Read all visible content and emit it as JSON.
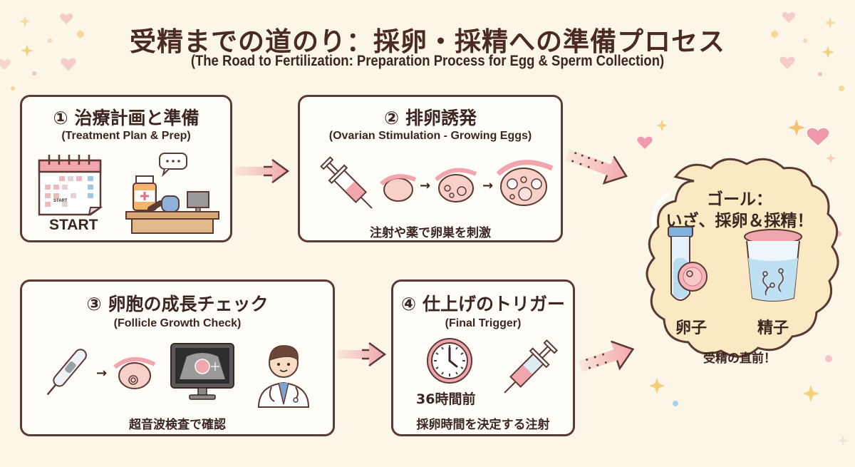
{
  "header": {
    "title": "受精までの道のり：採卵・採精への準備プロセス",
    "subtitle": "(The Road to Fertilization: Preparation Process for Egg & Sperm Collection)"
  },
  "steps": [
    {
      "number": "①",
      "title": "治療計画と準備",
      "subtitle": "(Treatment Plan & Prep)",
      "icons": [
        "calendar-icon",
        "medicine-bottle-icon",
        "reception-desk-icon",
        "speech-bubble-icon"
      ],
      "calendar_mark": "START",
      "caption": "START"
    },
    {
      "number": "②",
      "title": "排卵誘発",
      "subtitle": "(Ovarian Stimulation - Growing Eggs)",
      "icons": [
        "syringe-icon",
        "ovary-icon",
        "ovary-growing-icon",
        "ovary-mature-icon"
      ],
      "caption": "注射や薬で卵巣を刺激"
    },
    {
      "number": "③",
      "title": "卵胞の成長チェック",
      "subtitle": "(Follicle Growth Check)",
      "icons": [
        "ultrasound-probe-icon",
        "ovary-icon",
        "ultrasound-monitor-icon",
        "doctor-icon"
      ],
      "caption": "超音波検査で確認"
    },
    {
      "number": "④",
      "title": "仕上げのトリガー",
      "subtitle": "(Final Trigger)",
      "icons": [
        "clock-icon",
        "syringe-icon"
      ],
      "clock_label": "36時間前",
      "caption": "採卵時間を決定する注射"
    }
  ],
  "goal": {
    "title_line1": "ゴール：",
    "title_line2": "いざ、採卵＆採精！",
    "egg_label": "卵子",
    "sperm_label": "精子",
    "caption": "受精の直前！"
  },
  "colors": {
    "background": "#fbf6e8",
    "outline": "#5a3a32",
    "arrow_pink": "#f2a6b0",
    "goal_fill": "#fbe9c4",
    "heart_pink": "#f0a7b4",
    "sparkle_gold": "#f4cf7a"
  }
}
